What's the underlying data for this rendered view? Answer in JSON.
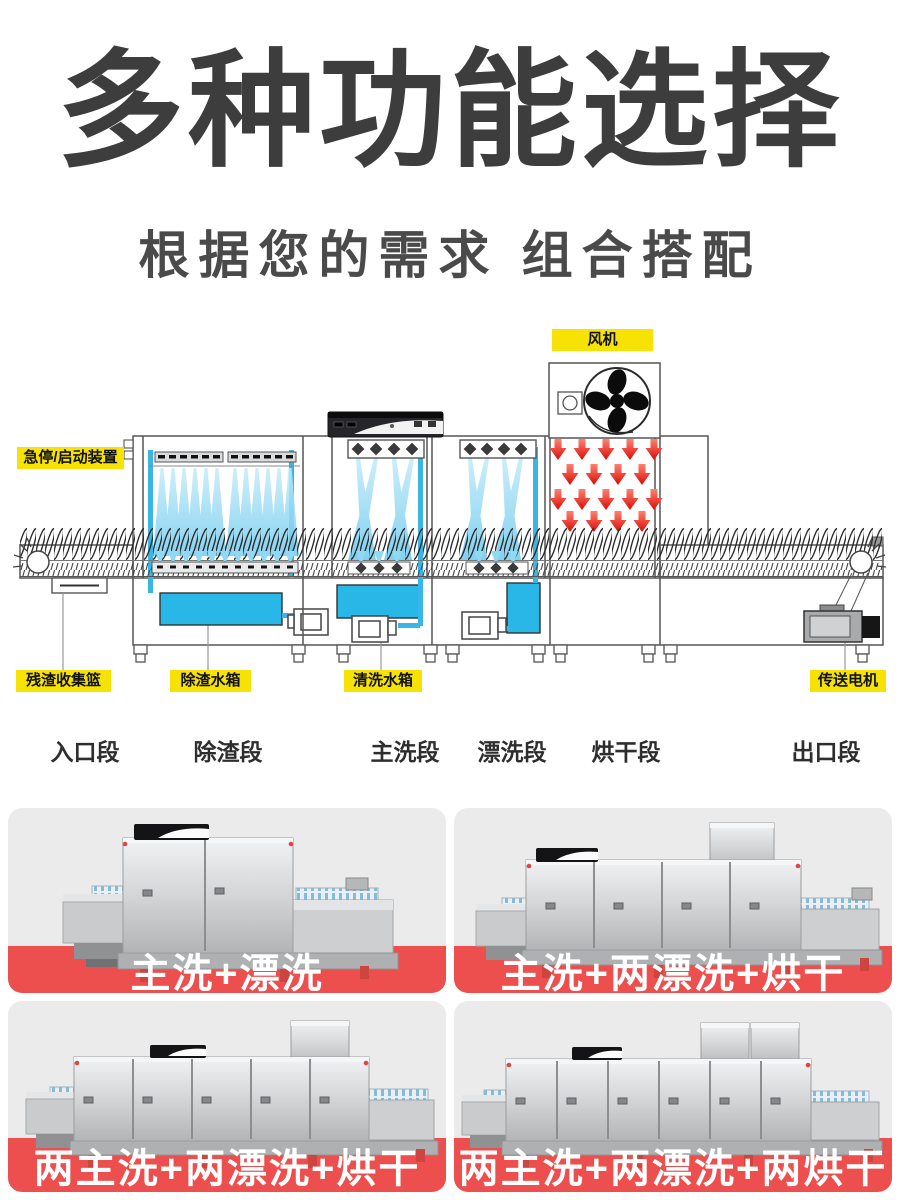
{
  "header": {
    "title": "多种功能选择",
    "subtitle": "根据您的需求 组合搭配"
  },
  "diagram": {
    "callouts": {
      "fan": "风机",
      "emergency_stop": "急停/启动装置",
      "residue_basket": "残渣收集篮",
      "residue_tank": "除渣水箱",
      "wash_tank": "清洗水箱",
      "conveyor_motor": "传送电机"
    },
    "sections": [
      {
        "label": "入口段"
      },
      {
        "label": "除渣段"
      },
      {
        "label": "主洗段"
      },
      {
        "label": "漂洗段"
      },
      {
        "label": "烘干段"
      },
      {
        "label": "出口段"
      }
    ]
  },
  "products": [
    {
      "label": "主洗+漂洗"
    },
    {
      "label": "主洗+两漂洗+烘干"
    },
    {
      "label": "两主洗+两漂洗+烘干"
    },
    {
      "label": "两主洗+两漂洗+两烘干"
    }
  ],
  "colors": {
    "accent_yellow": "#f6e204",
    "banner_red": "#ec4f4d",
    "tank_blue": "#29b7e8",
    "spray_blue": "#8ed9f4",
    "arrow_red": "#e8231a",
    "title_gray": "#3d3d3d"
  }
}
